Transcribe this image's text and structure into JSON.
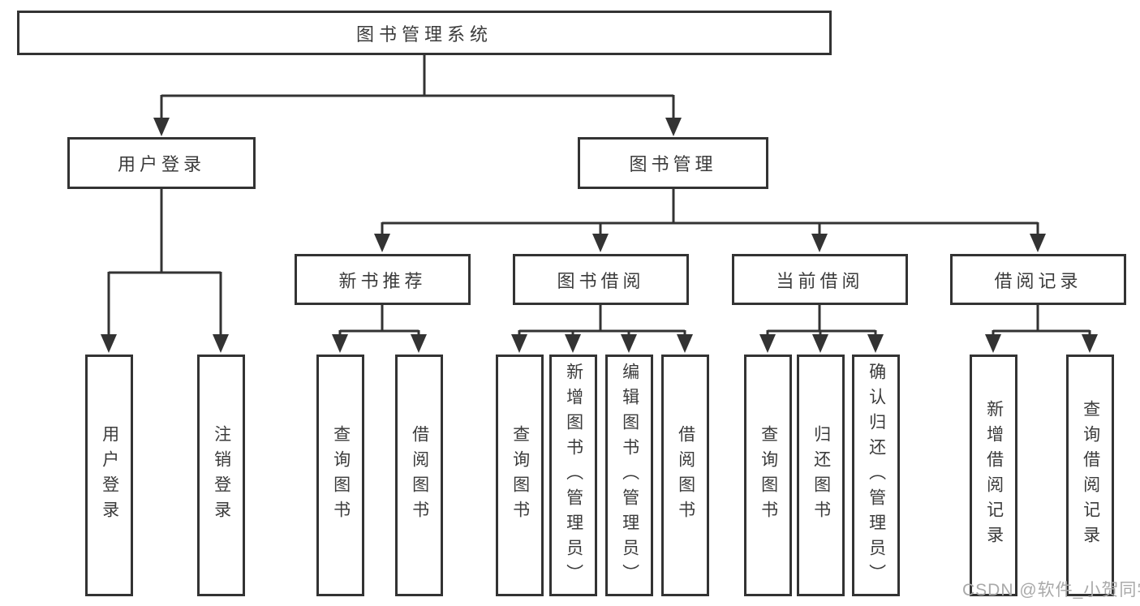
{
  "tree": {
    "root": {
      "label": "图书管理系统"
    },
    "user_login": {
      "label": "用户登录",
      "children": [
        {
          "label": "用户登录"
        },
        {
          "label": "注销登录"
        }
      ]
    },
    "book_management": {
      "label": "图书管理",
      "children": [
        {
          "label": "新书推荐",
          "children": [
            {
              "label": "查询图书"
            },
            {
              "label": "借阅图书"
            }
          ]
        },
        {
          "label": "图书借阅",
          "children": [
            {
              "label": "查询图书"
            },
            {
              "label": "新增图书（管理员）"
            },
            {
              "label": "编辑图书（管理员）"
            },
            {
              "label": "借阅图书"
            }
          ]
        },
        {
          "label": "当前借阅",
          "children": [
            {
              "label": "查询图书"
            },
            {
              "label": "归还图书"
            },
            {
              "label": "确认归还（管理员）"
            }
          ]
        },
        {
          "label": "借阅记录",
          "children": [
            {
              "label": "新增借阅记录"
            },
            {
              "label": "查询借阅记录"
            }
          ]
        }
      ]
    }
  },
  "watermark": {
    "text": "CSDN @软件_小贺同学"
  },
  "colors": {
    "line": "#333333",
    "text": "#3b3b3b",
    "watermark": "#a9a9a9",
    "background": "#ffffff"
  }
}
